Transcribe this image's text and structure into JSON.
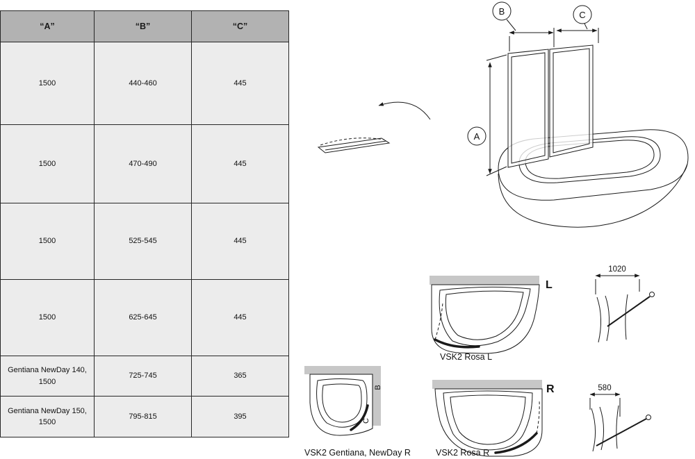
{
  "table": {
    "headers": [
      "“A”",
      "“B”",
      "“C”"
    ],
    "rows": [
      {
        "a": "1500",
        "b": "440-460",
        "c": "445"
      },
      {
        "a": "1500",
        "b": "470-490",
        "c": "445"
      },
      {
        "a": "1500",
        "b": "525-545",
        "c": "445"
      },
      {
        "a": "1500",
        "b": "625-645",
        "c": "445"
      },
      {
        "a": "Gentiana NewDay 140, 1500",
        "b": "725-745",
        "c": "365"
      },
      {
        "a": "Gentiana NewDay 150, 1500",
        "b": "795-815",
        "c": "395"
      }
    ]
  },
  "main_drawing": {
    "dim_a": "A",
    "dim_b": "B",
    "dim_c": "C"
  },
  "variant_diagrams": {
    "rosa_l": {
      "label": "VSK2 Rosa L",
      "marker": "L"
    },
    "rosa_r": {
      "label": "VSK2 Rosa R",
      "marker": "R"
    },
    "gentiana_newday_r": {
      "label": "VSK2 Gentiana, NewDay R",
      "dim_b": "B",
      "dim_c": "C"
    },
    "folded_width_1020": "1020",
    "folded_width_580": "580"
  },
  "colors": {
    "table_header_gray": "#b2b2b2",
    "table_cell_gray": "#ececec",
    "wall_gray": "#c7c7c7",
    "line": "#1a1a1a"
  }
}
